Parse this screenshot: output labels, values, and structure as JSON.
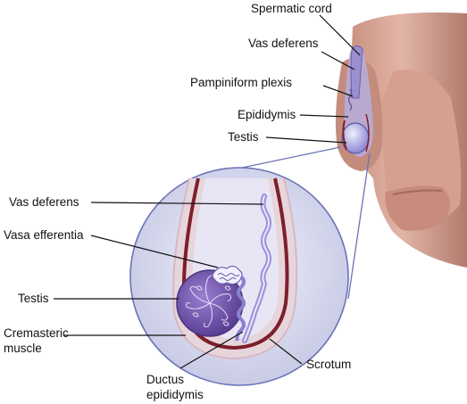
{
  "labels": {
    "spermatic_cord": "Spermatic cord",
    "vas_deferens_top": "Vas deferens",
    "pampiniform_plexus": "Pampiniform plexis",
    "epididymis": "Epididymis",
    "testis_top": "Testis",
    "vas_deferens": "Vas deferens",
    "vasa_efferentia": "Vasa efferentia",
    "testis": "Testis",
    "cremasteric_line1": "Cremasteric",
    "cremasteric_line2": "muscle",
    "scrotum": "Scrotum",
    "ductus_line1": "Ductus",
    "ductus_line2": "epididymis"
  },
  "colors": {
    "skin": "#d9a99b",
    "skin_shadow": "#b98677",
    "circle_fill": "#dcdcee",
    "circle_border": "#6a73b8",
    "scrotum_wall": "#7d1f2a",
    "testis_purple": "#6e52a6",
    "vessel_blue": "#9a92d8"
  }
}
